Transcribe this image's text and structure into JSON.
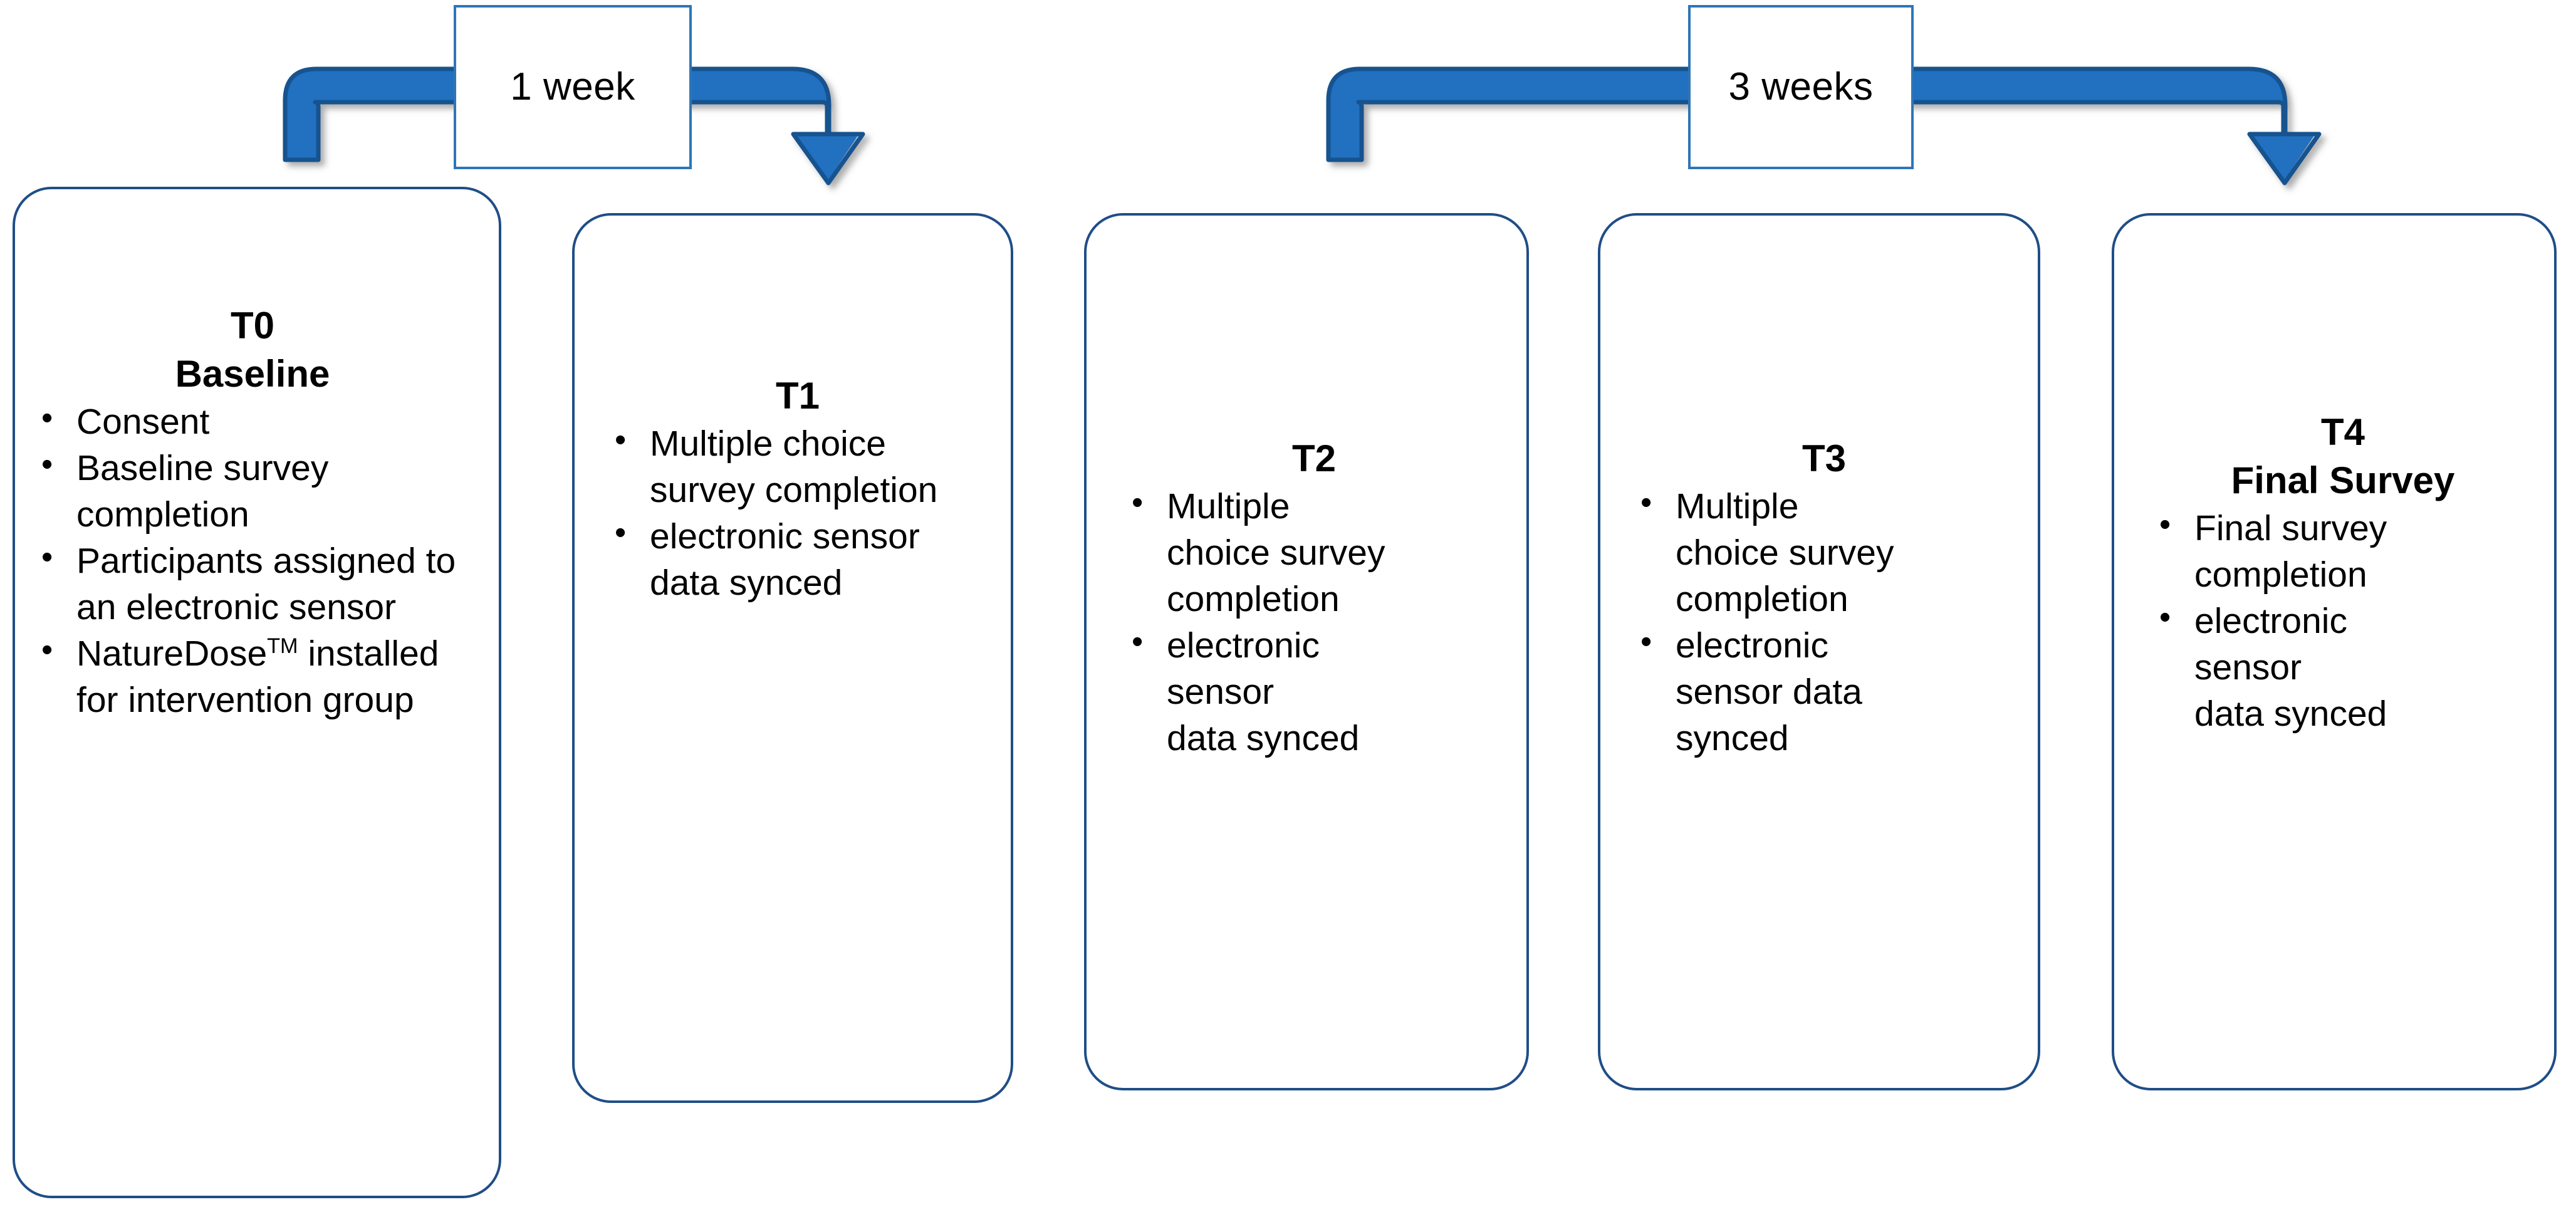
{
  "diagram": {
    "title": "Study timeline flow diagram",
    "colors": {
      "arrow_blue": "#2070C0",
      "arrow_blue_shadow": "#15528F",
      "card_border_blue": "#1F4E87",
      "label_border_blue": "#2E75B6",
      "background": "#FFFFFF",
      "text": "#000000"
    },
    "durations": [
      {
        "id": "d1",
        "label": "1 week",
        "from": "T0",
        "to": "T1"
      },
      {
        "id": "d2",
        "label": "3 weeks",
        "from": "T2",
        "to": "T4"
      }
    ],
    "timepoints": [
      {
        "id": "T0",
        "title": "T0",
        "subtitle": "Baseline",
        "items": [
          "Consent",
          "Baseline survey completion",
          "Participants assigned to an electronic sensor",
          "NatureDose™ installed for intervention group"
        ]
      },
      {
        "id": "T1",
        "title": "T1",
        "subtitle": "",
        "items": [
          "Multiple choice survey completion",
          "electronic sensor data synced"
        ]
      },
      {
        "id": "T2",
        "title": "T2",
        "subtitle": "",
        "items": [
          "Multiple choice survey completion",
          "electronic sensor data synced"
        ]
      },
      {
        "id": "T3",
        "title": "T3",
        "subtitle": "",
        "items": [
          "Multiple choice survey completion",
          "electronic sensor data synced"
        ]
      },
      {
        "id": "T4",
        "title": "T4",
        "subtitle": "Final Survey",
        "items": [
          "Final survey completion",
          "electronic sensor data synced"
        ]
      }
    ]
  }
}
